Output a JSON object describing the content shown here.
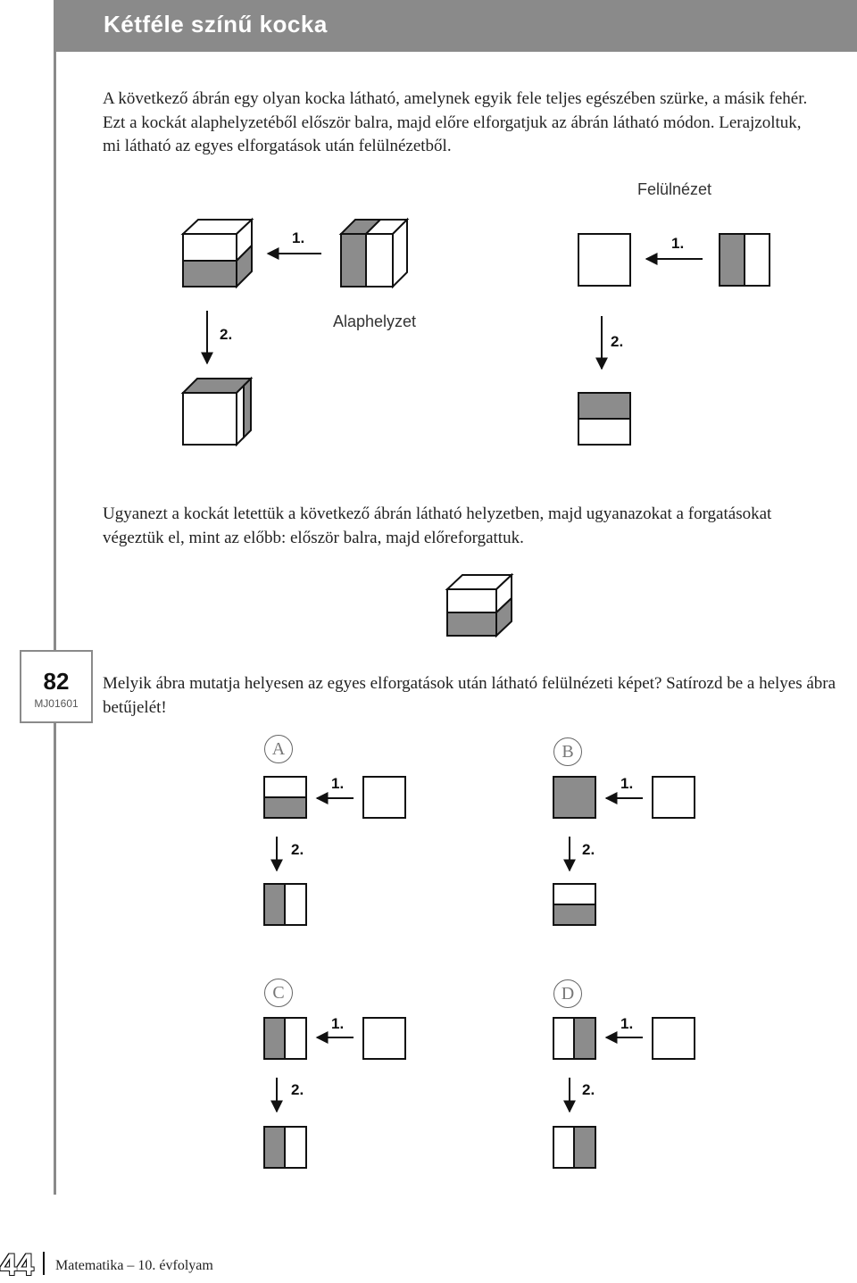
{
  "header": {
    "title": "Kétféle színű kocka"
  },
  "intro": "A következő ábrán egy olyan kocka látható, amelynek egyik fele teljes egészében szürke, a másik fehér. Ezt a kockát alaphelyzetéből először balra, majd előre elforgatjuk az ábrán látható módon. Lerajzoltuk, mi látható az egyes elforgatások után felülnézetből.",
  "figure1": {
    "top_view_label": "Felülnézet",
    "start_label": "Alaphelyzet",
    "step1": "1.",
    "step2": "2."
  },
  "middle_text": "Ugyanezt a kockát letettük a következő ábrán látható helyzetben, majd ugyanazokat a forgatásokat végeztük el, mint az előbb: először balra, majd előreforgattuk.",
  "question": {
    "number": "82",
    "code": "MJ01601",
    "text": "Melyik ábra mutatja helyesen az egyes elforgatások után látható felülnézeti képet? Satírozd be a helyes ábra betűjelét!"
  },
  "options": [
    {
      "letter": "A"
    },
    {
      "letter": "B"
    },
    {
      "letter": "C"
    },
    {
      "letter": "D"
    }
  ],
  "footer": {
    "page_number": "44",
    "subject": "Matematika – 10. évfolyam"
  },
  "colors": {
    "header_gray": "#8a8a8a",
    "face_gray": "#8c8c8c"
  }
}
